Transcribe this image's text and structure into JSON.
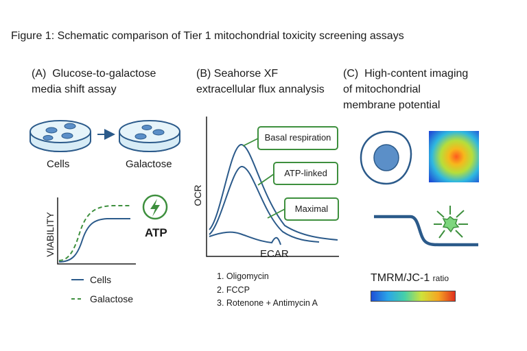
{
  "figure_title": "Figure 1: Schematic comparison of Tier 1 mitochondrial toxicity screening assays",
  "panelA": {
    "title_line1": "(A)  Glucose-to-galactose",
    "title_line2": "media shift assay",
    "dish1_label": "Cells",
    "dish2_label": "Galactose",
    "y_axis_label": "VIABILITY",
    "atp_label": "ATP",
    "legend": [
      {
        "name": "Cells",
        "style": "solid",
        "color": "#2b5a8a"
      },
      {
        "name": "Galactose",
        "style": "dashed",
        "color": "#3d8f3d"
      }
    ]
  },
  "panelB": {
    "title_line1": "(B) Seahorse XF",
    "title_line2": "extracellular flux annalysis",
    "y_axis_label": "OCR",
    "x_axis_label": "ECAR",
    "callouts": [
      "Basal respiration",
      "ATP-linked",
      "Maximal"
    ],
    "steps": [
      "1. Oligomycin",
      "2. FCCP",
      "3. Rotenone + Antimycin A"
    ]
  },
  "panelC": {
    "title_line1": "(C)  High-content imaging",
    "title_line2": "of mitochondrial",
    "title_line3": "membrane potential",
    "ratio_label_main": "TMRM/JC-1",
    "ratio_label_suffix": "ratio"
  },
  "colors": {
    "line_blue": "#2b5a8a",
    "green": "#3d8f3d",
    "dish_fill": "#d7ecf6",
    "cell_blue": "#5b8fc8"
  }
}
